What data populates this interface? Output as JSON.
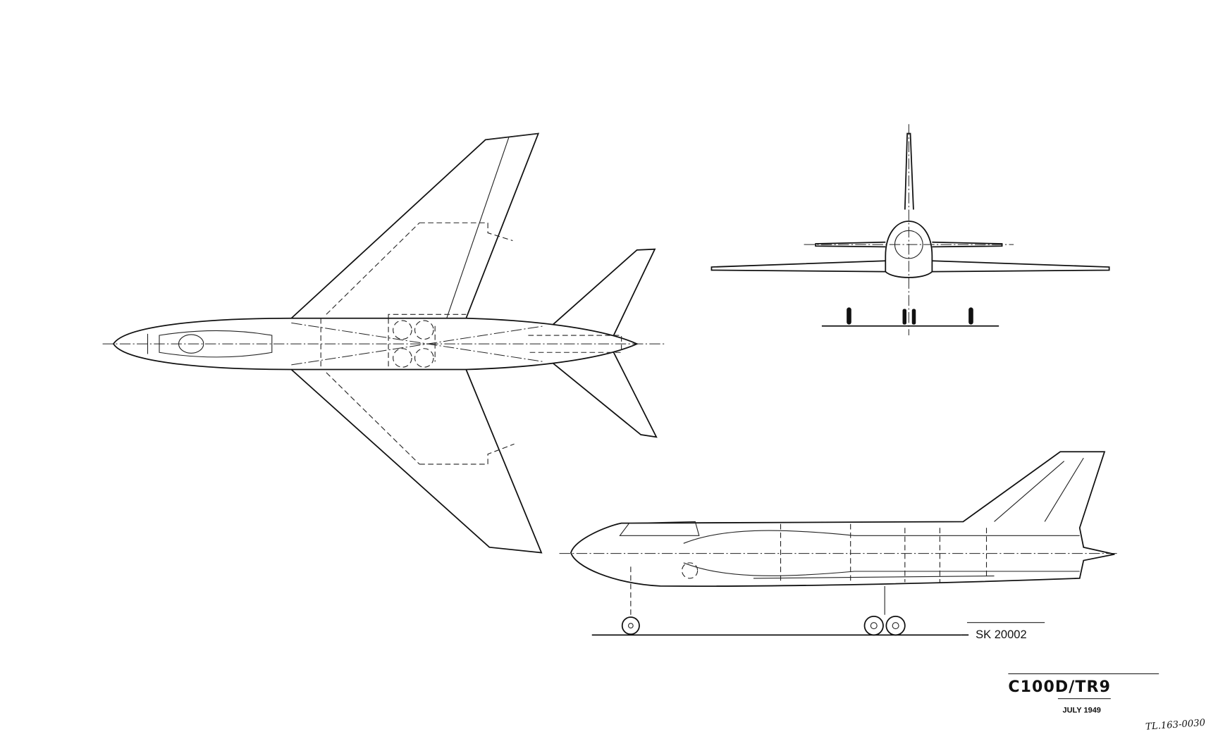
{
  "drawing": {
    "sheet_number": "SK 20002",
    "designation": "C100D/TR9",
    "date": "JULY 1949",
    "reference": "TL.163-0030",
    "views": [
      "plan-view",
      "front-view",
      "side-view"
    ]
  }
}
